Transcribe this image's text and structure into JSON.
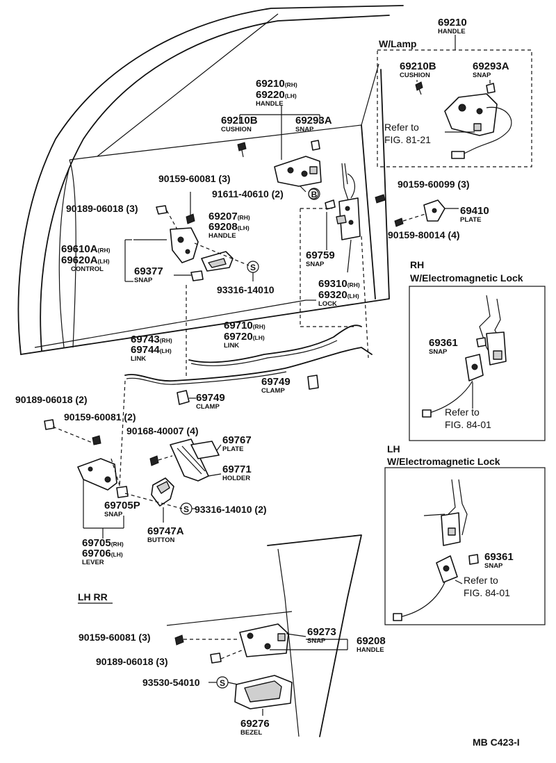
{
  "parts": {
    "p69210_top": {
      "num": "69210",
      "name": "HANDLE"
    },
    "wlamp": {
      "title": "W/Lamp",
      "cushion_num": "69210B",
      "cushion_name": "CUSHION",
      "snap_num": "69293A",
      "snap_name": "SNAP",
      "refer_line1": "Refer to",
      "refer_line2": "FIG. 81-21"
    },
    "handle_main": {
      "num_rh": "69210",
      "rh": "(RH)",
      "num_lh": "69220",
      "lh": "(LH)",
      "name": "HANDLE"
    },
    "cushion_main": {
      "num": "69210B",
      "name": "CUSHION"
    },
    "snap_main": {
      "num": "69293A",
      "name": "SNAP"
    },
    "screw_90159_60081_a": "90159-60081 (3)",
    "screw_91611": "91611-40610 (2)",
    "b_marker": "B",
    "screw_90159_60099": "90159-60099 (3)",
    "screw_90189_a": "90189-06018 (3)",
    "inner_handle": {
      "num_rh": "69207",
      "rh": "(RH)",
      "num_lh": "69208",
      "lh": "(LH)",
      "name": "HANDLE"
    },
    "plate_69410": {
      "num": "69410",
      "name": "PLATE"
    },
    "screw_90159_80014": "90159-80014 (4)",
    "control": {
      "num_rh": "69610A",
      "rh": "(RH)",
      "num_lh": "69620A",
      "lh": "(LH)",
      "name": "CONTROL"
    },
    "snap_69759": {
      "num": "69759",
      "name": "SNAP"
    },
    "snap_69377": {
      "num": "69377",
      "name": "SNAP"
    },
    "s_marker": "S",
    "screw_93316_a": "93316-14010",
    "lock": {
      "num_rh": "69310",
      "rh": "(RH)",
      "num_lh": "69320",
      "lh": "(LH)",
      "name": "LOCK"
    },
    "rh_em": {
      "line1": "RH",
      "line2": "W/Electromagnetic Lock",
      "snap_num": "69361",
      "snap_name": "SNAP",
      "refer_line1": "Refer to",
      "refer_line2": "FIG. 84-01"
    },
    "link_69710": {
      "num_rh": "69710",
      "rh": "(RH)",
      "num_lh": "69720",
      "lh": "(LH)",
      "name": "LINK"
    },
    "link_69743": {
      "num_rh": "69743",
      "rh": "(RH)",
      "num_lh": "69744",
      "lh": "(LH)",
      "name": "LINK"
    },
    "clamp_a": {
      "num": "69749",
      "name": "CLAMP"
    },
    "clamp_b": {
      "num": "69749",
      "name": "CLAMP"
    },
    "screw_90189_b": "90189-06018 (2)",
    "screw_90159_60081_b": "90159-60081 (2)",
    "screw_90168": "90168-40007 (4)",
    "plate_69767": {
      "num": "69767",
      "name": "PLATE"
    },
    "holder_69771": {
      "num": "69771",
      "name": "HOLDER"
    },
    "lh_em": {
      "line1": "LH",
      "line2": "W/Electromagnetic Lock",
      "snap_num": "69361",
      "snap_name": "SNAP",
      "refer_line1": "Refer to",
      "refer_line2": "FIG. 84-01"
    },
    "snap_69705p": {
      "num": "69705P",
      "name": "SNAP"
    },
    "screw_93316_b": "93316-14010 (2)",
    "button_69747a": {
      "num": "69747A",
      "name": "BUTTON"
    },
    "lever": {
      "num_rh": "69705",
      "rh": "(RH)",
      "num_lh": "69706",
      "lh": "(LH)",
      "name": "LEVER"
    },
    "lh_rr": "LH RR",
    "screw_90159_60081_c": "90159-60081 (3)",
    "screw_90189_c": "90189-06018 (3)",
    "screw_93530": "93530-54010",
    "snap_69273": {
      "num": "69273",
      "name": "SNAP"
    },
    "handle_69208": {
      "num": "69208",
      "name": "HANDLE"
    },
    "bezel_69276": {
      "num": "69276",
      "name": "BEZEL"
    },
    "catalog_code": "MB C423-I"
  }
}
